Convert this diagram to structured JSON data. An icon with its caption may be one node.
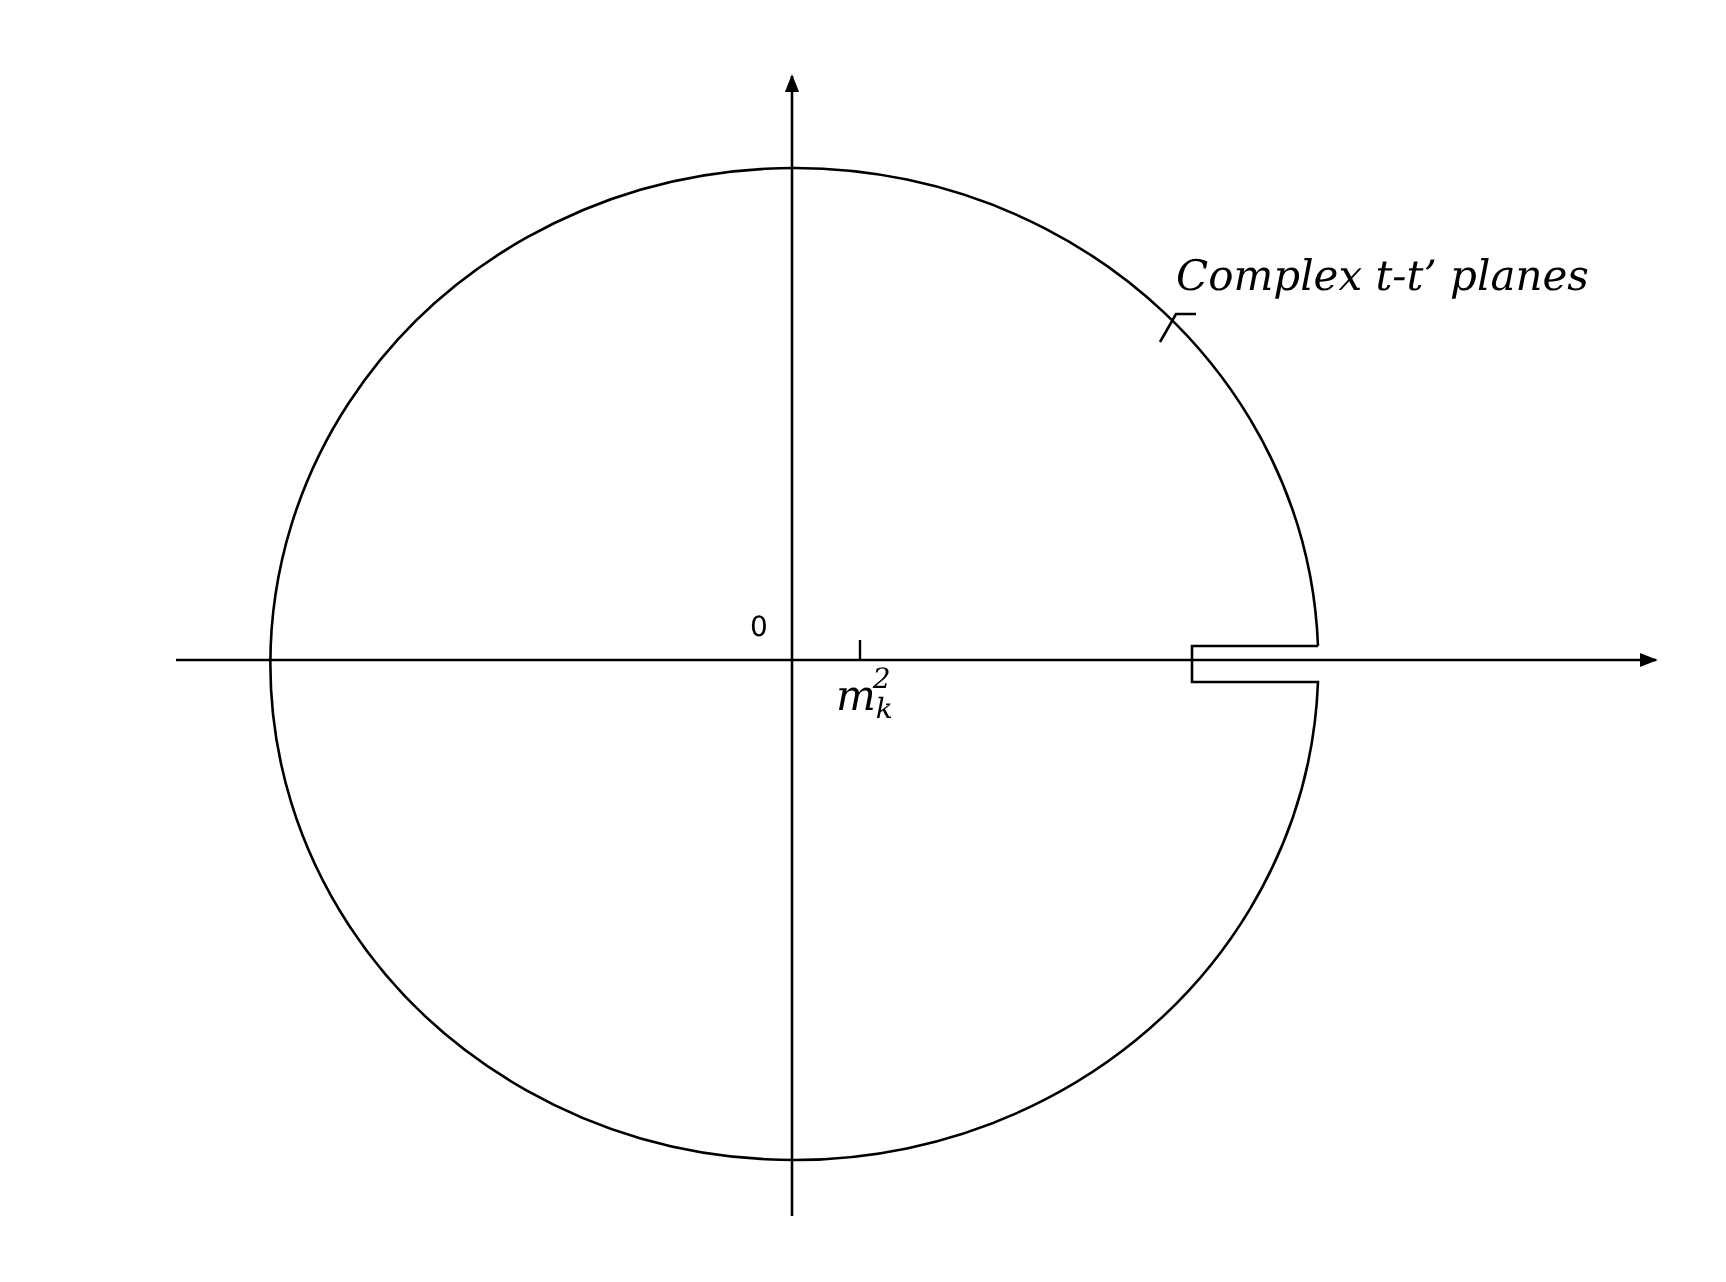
{
  "diagram": {
    "labels": [
      "Complex t-t’ planes",
      "0",
      "m$_{k}$$^{2}$"
    ]
  }
}
